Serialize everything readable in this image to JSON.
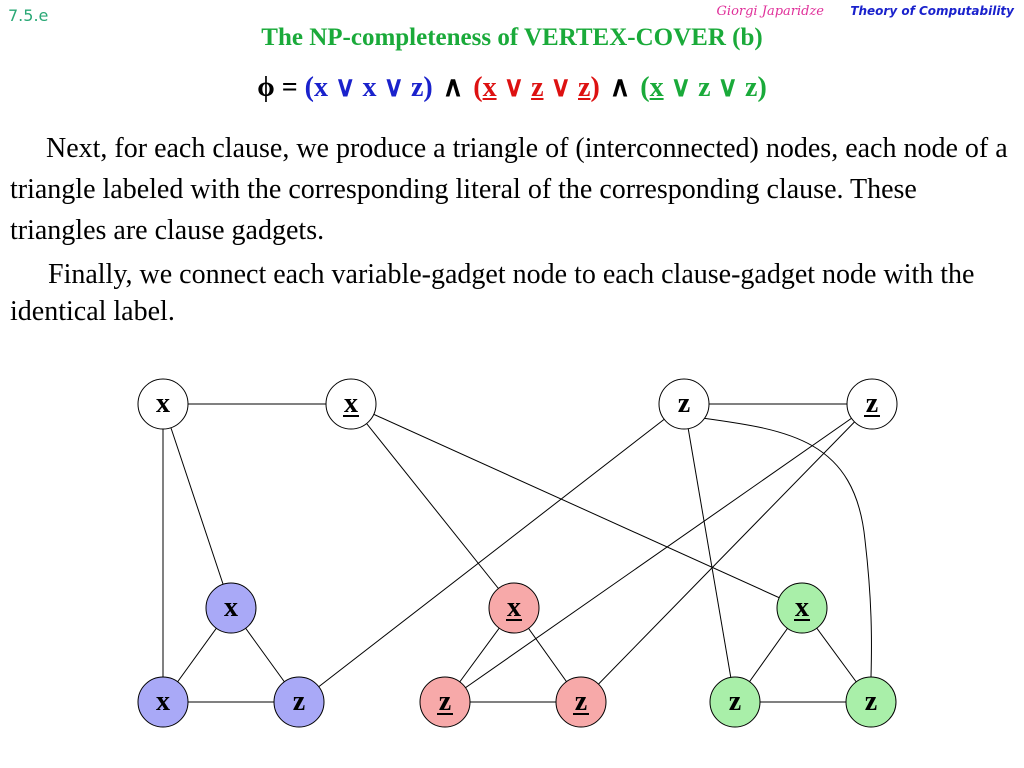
{
  "header": {
    "slide_number": "7.5.e",
    "author": "Giorgi Japaridze",
    "course": "Theory of Computability"
  },
  "title": "The NP-completeness of VERTEX-COVER (b)",
  "formula": {
    "phi": "ϕ =",
    "and": "∧",
    "or": "∨",
    "clauses": [
      {
        "color": "#1a22cc",
        "literals": [
          {
            "var": "x",
            "neg": false
          },
          {
            "var": "x",
            "neg": false
          },
          {
            "var": "z",
            "neg": false
          }
        ]
      },
      {
        "color": "#dd1111",
        "literals": [
          {
            "var": "x",
            "neg": true
          },
          {
            "var": "z",
            "neg": true
          },
          {
            "var": "z",
            "neg": true
          }
        ]
      },
      {
        "color": "#1aaa3a",
        "literals": [
          {
            "var": "x",
            "neg": true
          },
          {
            "var": "z",
            "neg": false
          },
          {
            "var": "z",
            "neg": false
          }
        ]
      }
    ]
  },
  "paragraphs": [
    "Next, for each clause, we produce a triangle of (interconnected) nodes, each node of a triangle labeled with the corresponding literal of the corresponding clause.  These triangles are clause gadgets.",
    "Finally, we connect each variable-gadget node to each clause-gadget node with the identical label."
  ],
  "graph": {
    "colors": {
      "variable": "#ffffff",
      "clause1": "#a9a9f7",
      "clause2": "#f7a9a9",
      "clause3": "#a9efa9"
    },
    "nodes": [
      {
        "id": "vx",
        "label": "x",
        "neg": false,
        "group": "variable"
      },
      {
        "id": "vnx",
        "label": "x",
        "neg": true,
        "group": "variable"
      },
      {
        "id": "vz",
        "label": "z",
        "neg": false,
        "group": "variable"
      },
      {
        "id": "vnz",
        "label": "z",
        "neg": true,
        "group": "variable"
      },
      {
        "id": "c1top",
        "label": "x",
        "neg": false,
        "group": "clause1"
      },
      {
        "id": "c1l",
        "label": "x",
        "neg": false,
        "group": "clause1"
      },
      {
        "id": "c1r",
        "label": "z",
        "neg": false,
        "group": "clause1"
      },
      {
        "id": "c2top",
        "label": "x",
        "neg": true,
        "group": "clause2"
      },
      {
        "id": "c2l",
        "label": "z",
        "neg": true,
        "group": "clause2"
      },
      {
        "id": "c2r",
        "label": "z",
        "neg": true,
        "group": "clause2"
      },
      {
        "id": "c3top",
        "label": "x",
        "neg": true,
        "group": "clause3"
      },
      {
        "id": "c3l",
        "label": "z",
        "neg": false,
        "group": "clause3"
      },
      {
        "id": "c3r",
        "label": "z",
        "neg": false,
        "group": "clause3"
      }
    ],
    "edges": [
      [
        "vx",
        "vnx"
      ],
      [
        "vz",
        "vnz"
      ],
      [
        "c1top",
        "c1l"
      ],
      [
        "c1top",
        "c1r"
      ],
      [
        "c1l",
        "c1r"
      ],
      [
        "c2top",
        "c2l"
      ],
      [
        "c2top",
        "c2r"
      ],
      [
        "c2l",
        "c2r"
      ],
      [
        "c3top",
        "c3l"
      ],
      [
        "c3top",
        "c3r"
      ],
      [
        "c3l",
        "c3r"
      ],
      [
        "vx",
        "c1top"
      ],
      [
        "vx",
        "c1l"
      ],
      [
        "vz",
        "c1r"
      ],
      [
        "vnx",
        "c2top"
      ],
      [
        "vnz",
        "c2l"
      ],
      [
        "vnz",
        "c2r"
      ],
      [
        "vnx",
        "c3top"
      ],
      [
        "vz",
        "c3l"
      ],
      [
        "vz",
        "c3r"
      ]
    ]
  }
}
